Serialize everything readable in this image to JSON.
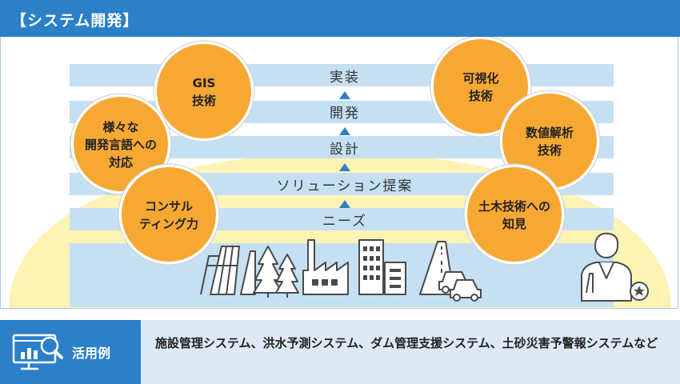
{
  "header": {
    "title": "【システム開発】"
  },
  "diagram": {
    "colors": {
      "accent": "#2b80c8",
      "band_blue": "#c5e0f2",
      "band_yellow": "#fcf3b4",
      "circle_fill": "#f6a833",
      "arrow": "#2b80c8",
      "icon_gray": "#4a4a4a"
    },
    "steps": [
      {
        "label": "実装"
      },
      {
        "label": "開発"
      },
      {
        "label": "設計"
      },
      {
        "label": "ソリューション提案"
      },
      {
        "label": "ニーズ"
      }
    ],
    "left_circles": [
      {
        "lines": [
          "GIS",
          "技術"
        ]
      },
      {
        "lines": [
          "様々な",
          "開発言語への",
          "対応"
        ]
      },
      {
        "lines": [
          "コンサル",
          "ティング力"
        ]
      }
    ],
    "right_circles": [
      {
        "lines": [
          "可視化",
          "技術"
        ]
      },
      {
        "lines": [
          "数値解析",
          "技術"
        ]
      },
      {
        "lines": [
          "土木技術への",
          "知見"
        ]
      }
    ],
    "icons": [
      "dam-icon",
      "trees-icon",
      "factory-icon",
      "building-icon",
      "road-icon",
      "cars-icon",
      "engineer-icon"
    ]
  },
  "examples": {
    "label": "活用例",
    "icon": "monitor-chart-icon",
    "text": "施設管理システム、洪水予測システム、ダム管理支援システム、土砂災害予警報システムなど"
  }
}
